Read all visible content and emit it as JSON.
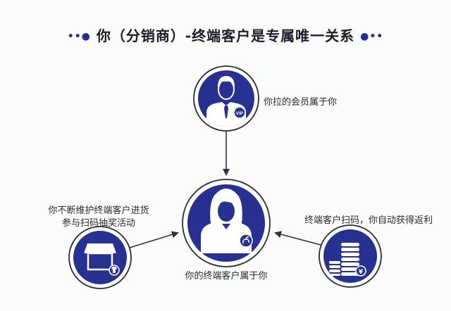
{
  "title": {
    "left_dots": "••●",
    "text": "你（分销商）-终端客户是专属唯一关系",
    "right_dots": "●••"
  },
  "colors": {
    "primary_blue": "#27318f",
    "ring": "#2b2b33",
    "arrow": "#2f2f45",
    "text": "#2a2a2a"
  },
  "nodes": {
    "top": {
      "icon": "vip-member-icon",
      "label": "你拉的会员属于你",
      "badge": "VIP"
    },
    "center": {
      "icon": "female-customer-icon",
      "label": "你的终端客户属于你",
      "badge": "mini-program"
    },
    "left": {
      "icon": "store-icon",
      "label_line1": "你不断维护终端客户进货",
      "label_line2": "参与扫码抽奖活动",
      "badge": "shirt"
    },
    "right": {
      "icon": "coins-icon",
      "label": "终端客户扫码，你自动获得返利",
      "badge": "¥"
    }
  },
  "edges": [
    {
      "from": "top",
      "to": "center"
    },
    {
      "from": "left",
      "to": "center"
    },
    {
      "from": "right",
      "to": "center"
    }
  ]
}
